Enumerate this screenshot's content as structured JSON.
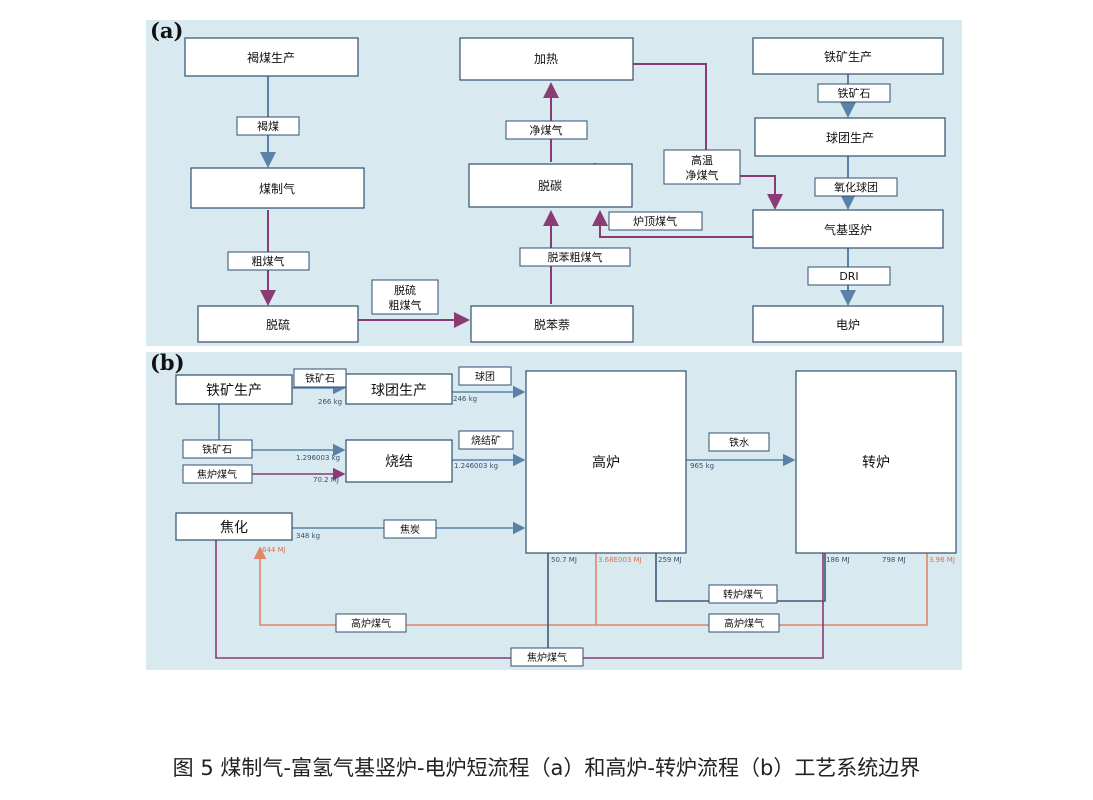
{
  "panel_a": {
    "label": "(a)",
    "nodes": {
      "lignite_production": "褐煤生产",
      "coal_gasification": "煤制气",
      "desulfurization": "脱硫",
      "debenzene": "脱苯萘",
      "decarbonization": "脱碳",
      "heating": "加热",
      "iron_ore_production": "铁矿生产",
      "pellet_production": "球团生产",
      "gas_shaft_furnace": "气基竖炉",
      "electric_furnace": "电炉"
    },
    "flows": {
      "lignite": "褐煤",
      "crude_gas": "粗煤气",
      "desulfurized_crude_gas_1": "脱硫",
      "desulfurized_crude_gas_2": "粗煤气",
      "debenzene_crude_gas": "脱苯粗煤气",
      "clean_gas": "净煤气",
      "hot_clean_gas_1": "高温",
      "hot_clean_gas_2": "净煤气",
      "top_gas": "炉顶煤气",
      "iron_ore": "铁矿石",
      "oxidized_pellet": "氧化球团",
      "dri": "DRI"
    }
  },
  "panel_b": {
    "label": "(b)",
    "nodes": {
      "iron_ore_production": "铁矿生产",
      "pellet_production": "球团生产",
      "sintering": "烧结",
      "coking": "焦化",
      "blast_furnace": "高炉",
      "converter": "转炉"
    },
    "flows": {
      "iron_ore_to_pellet": "铁矿石",
      "iron_ore_to_sinter": "铁矿石",
      "coke_oven_gas_in": "焦炉煤气",
      "pellet": "球团",
      "sinter_ore": "烧结矿",
      "coke": "焦炭",
      "hot_metal": "铁水",
      "converter_gas": "转炉煤气",
      "bf_gas_1": "高炉煤气",
      "bf_gas_2": "高炉煤气",
      "coke_oven_gas_return": "焦炉煤气"
    },
    "values": {
      "iron_ore_pellet_kg": "266 kg",
      "pellet_kg": "246 kg",
      "iron_ore_sinter": "1.296003 kg",
      "coke_gas_sinter": "70.2 MJ",
      "sinter_kg": "1.246003 kg",
      "coke_kg": "348 kg",
      "hot_metal_kg": "965 kg",
      "coking_return": "644 MJ",
      "bf_v1": "50.7 MJ",
      "bf_v2": "3.68E003 MJ",
      "bf_v3": "259 MJ",
      "conv_v1": "186 MJ",
      "conv_v2": "798 MJ",
      "conv_v3": "3.96 MJ"
    }
  },
  "caption": "图 5  煤制气-富氢气基竖炉-电炉短流程（a）和高炉-转炉流程（b）工艺系统边界",
  "colors": {
    "panel_bg": "#d8eaf0",
    "flow_blue": "#5a82a8",
    "flow_purple": "#8a3b73",
    "flow_orange": "#e0856a",
    "flow_navy": "#3e5a78"
  }
}
